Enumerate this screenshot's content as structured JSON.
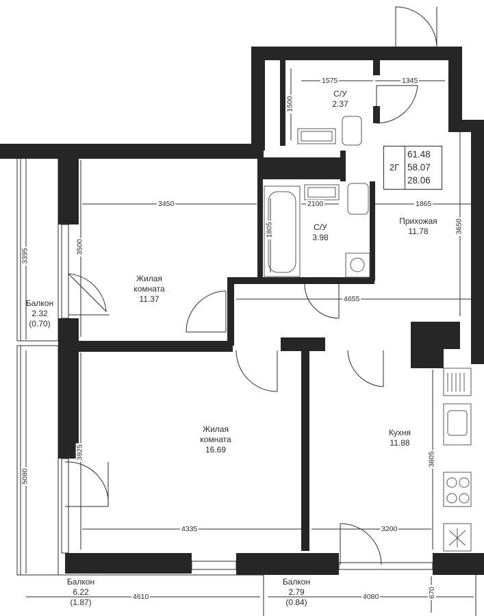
{
  "apartment": {
    "type": "2Г",
    "total_area": "61.48",
    "living_area_total": "58.07",
    "living_area": "28.06"
  },
  "rooms": {
    "bath_small": {
      "name": "С/У",
      "area": "2.37"
    },
    "bath_large": {
      "name": "С/У",
      "area": "3.98"
    },
    "hall": {
      "name": "Прихожая",
      "area": "11.78"
    },
    "living_1": {
      "name": "Жилая комната",
      "name_line1": "Жилая",
      "name_line2": "комната",
      "area": "11.37"
    },
    "living_2": {
      "name": "Жилая комната",
      "name_line1": "Жилая",
      "name_line2": "комната",
      "area": "16.69"
    },
    "kitchen": {
      "name": "Кухня",
      "area": "11.88"
    },
    "balcony_1": {
      "name": "Балкон",
      "area": "2.32",
      "reduced_area": "(0.70)"
    },
    "balcony_2": {
      "name": "Балкон",
      "area": "6.22",
      "reduced_area": "(1.87)"
    },
    "balcony_3": {
      "name": "Балкон",
      "area": "2.79",
      "reduced_area": "(0.84)"
    }
  },
  "dimensions": {
    "d1575": "1575",
    "d1345": "1345",
    "d1500": "1500",
    "d3450": "3450",
    "d2100": "2100",
    "d1865": "1865",
    "d1805": "1805",
    "d3650": "3650",
    "d3500": "3500",
    "d3395": "3395",
    "d4655": "4655",
    "d3925": "3925",
    "d3605": "3605",
    "d5080": "5080",
    "d4335": "4335",
    "d3200": "3200",
    "d4610": "4610",
    "d4080": "4080",
    "d670": "670"
  },
  "colors": {
    "wall": "#262626",
    "line": "#2a2a2a",
    "fixture": "#555555"
  }
}
